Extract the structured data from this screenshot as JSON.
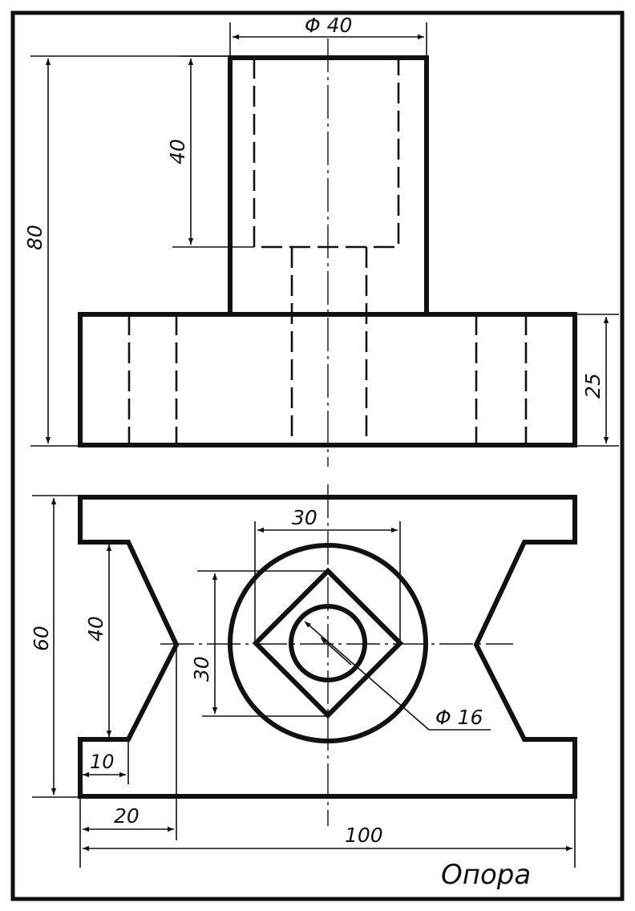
{
  "drawing": {
    "title": "Опора"
  },
  "dimensions": {
    "top_diameter": "Φ 40",
    "bore_depth": "40",
    "total_height": "80",
    "base_height": "25",
    "square_width": "30",
    "square_height": "30",
    "hole_diameter": "Φ 16",
    "plan_depth": "60",
    "notch_width": "40",
    "foot_width": "10",
    "notch_offset": "20",
    "total_width": "100"
  },
  "colors": {
    "line": "#111111",
    "paper": "#ffffff"
  }
}
